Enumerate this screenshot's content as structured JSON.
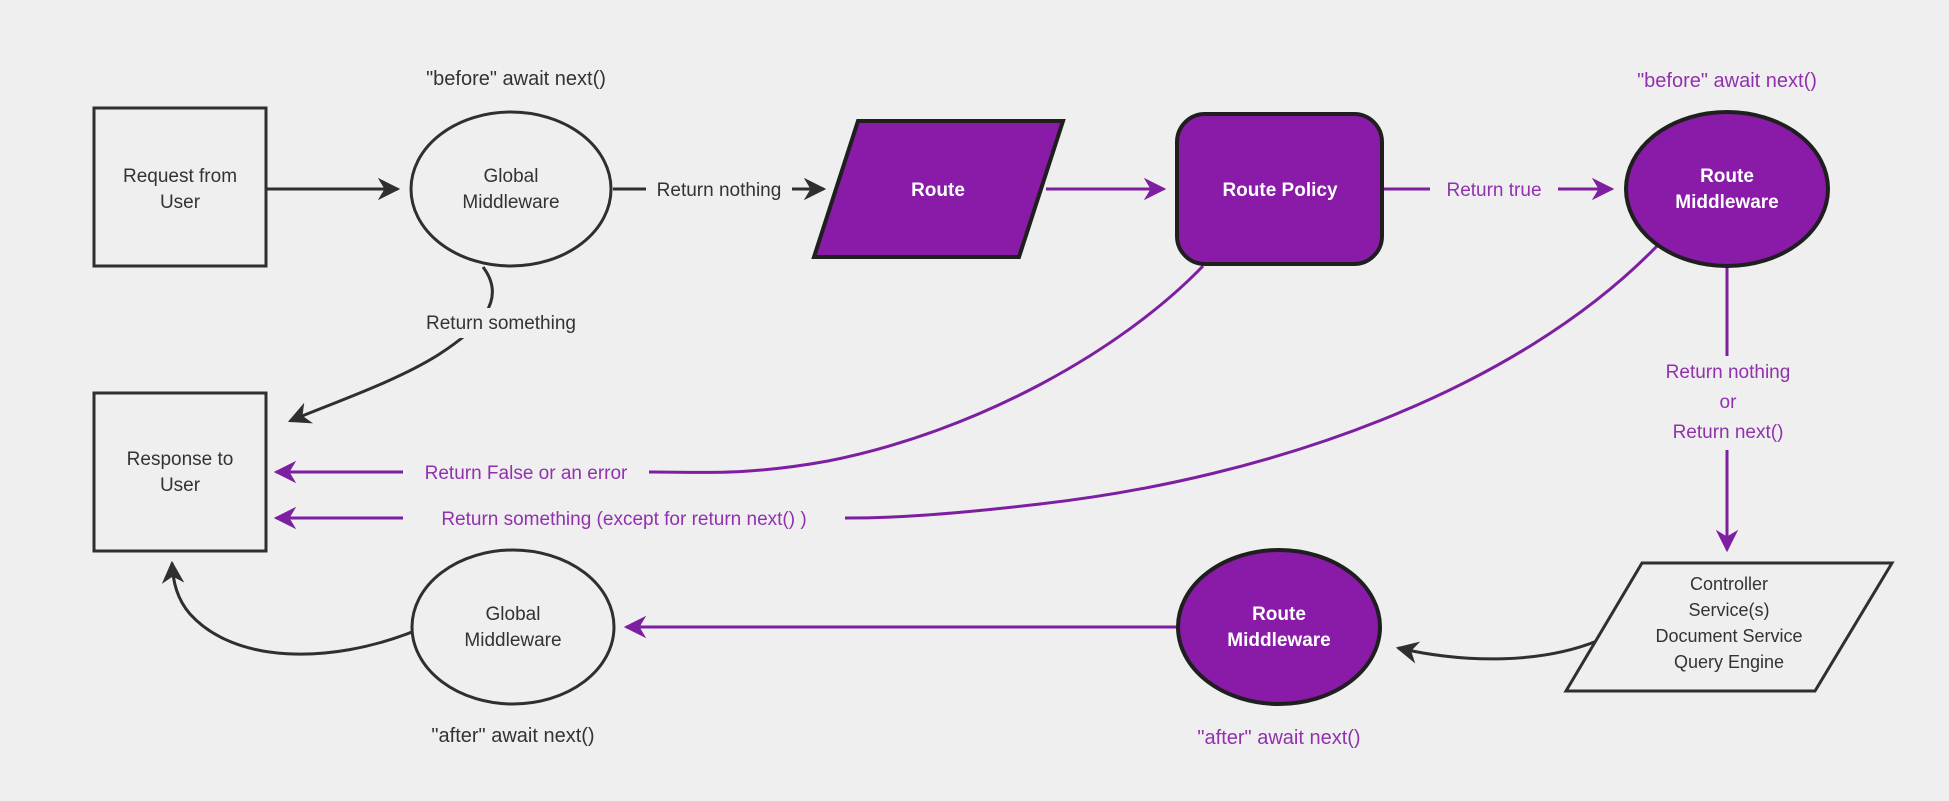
{
  "colors": {
    "background": "#efefef",
    "dark": "#2f2f2f",
    "darkText": "#333333",
    "nearBlack": "#1f1f1f",
    "purple": "#8a1aa8",
    "purpleLine": "#7d1fa0",
    "purpleText": "#9231ae",
    "white": "#ffffff"
  },
  "nodes": {
    "request": {
      "line1": "Request from",
      "line2": "User"
    },
    "globalMiddlewareTop": {
      "line1": "Global",
      "line2": "Middleware"
    },
    "route": {
      "label": "Route"
    },
    "routePolicy": {
      "label": "Route Policy"
    },
    "routeMiddlewareTop": {
      "line1": "Route",
      "line2": "Middleware"
    },
    "response": {
      "line1": "Response to",
      "line2": "User"
    },
    "globalMiddlewareBottom": {
      "line1": "Global",
      "line2": "Middleware"
    },
    "routeMiddlewareBottom": {
      "line1": "Route",
      "line2": "Middleware"
    },
    "backend": {
      "line1": "Controller",
      "line2": "Service(s)",
      "line3": "Document Service",
      "line4": "Query Engine"
    }
  },
  "edgeLabels": {
    "returnNothing": "Return nothing",
    "returnTrue": "Return true",
    "returnSomething": "Return something",
    "returnFalseOrError": "Return False or an error",
    "returnSomethingExcept": "Return something (except for return next() )",
    "returnNothingOr1": "Return nothing",
    "returnNothingOr2": "or",
    "returnNothingOr3": "Return next()"
  },
  "annotations": {
    "beforeAwaitNextTop": "\"before\" await next()",
    "beforeAwaitNextRight": "\"before\" await next()",
    "afterAwaitNextPurple": "\"after\" await next()",
    "afterAwaitNextDark": "\"after\" await next()"
  }
}
